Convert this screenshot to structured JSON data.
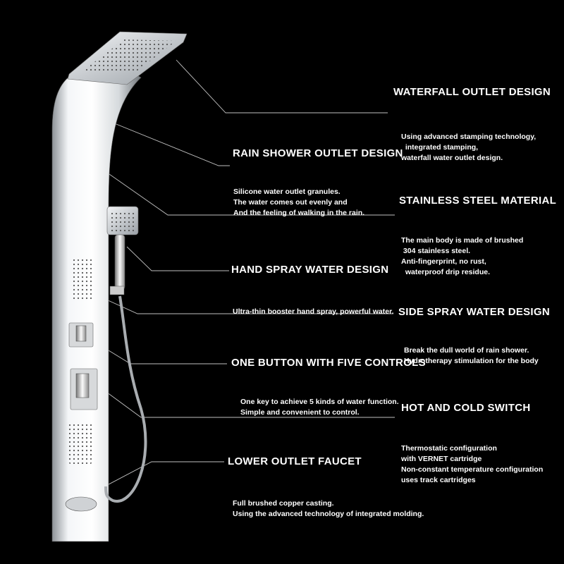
{
  "features": [
    {
      "heading": "WATERFALL OUTLET DESIGN",
      "lines": [
        "Using advanced stamping technology,",
        "  integrated stamping,",
        "waterfall water outlet design."
      ]
    },
    {
      "heading": "RAIN SHOWER OUTLET DESIGN",
      "lines": [
        "Silicone water outlet granules.",
        "The water comes out evenly and",
        "And the feeling of walking in the rain."
      ]
    },
    {
      "heading": "STAINLESS STEEL MATERIAL",
      "lines": [
        "The main body is made of brushed",
        " 304 stainless steel.",
        "Anti-fingerprint, no rust,",
        "  waterproof drip residue."
      ]
    },
    {
      "heading": "HAND SPRAY WATER DESIGN",
      "lines": [
        "Ultra-thin booster hand spray, powerful water."
      ]
    },
    {
      "heading": "SIDE SPRAY WATER DESIGN",
      "lines": [
        "Break the dull world of rain shower.",
        "Hydrotherapy stimulation for the body"
      ]
    },
    {
      "heading": "ONE BUTTON WITH FIVE CONTROLS",
      "lines": [
        "One key to achieve 5 kinds of water function.",
        "Simple and convenient to control."
      ]
    },
    {
      "heading": "HOT AND COLD SWITCH",
      "lines": [
        "Thermostatic configuration",
        "with VERNET cartridge",
        "Non-constant temperature configuration",
        "uses track cartridges"
      ]
    },
    {
      "heading": "LOWER OUTLET FAUCET",
      "lines": [
        "Full brushed copper casting.",
        "Using the advanced technology of integrated molding."
      ]
    }
  ],
  "colors": {
    "background": "#000000",
    "text": "#ffffff",
    "leader": "#bfbfbf",
    "steel": "#e4e7ea"
  }
}
